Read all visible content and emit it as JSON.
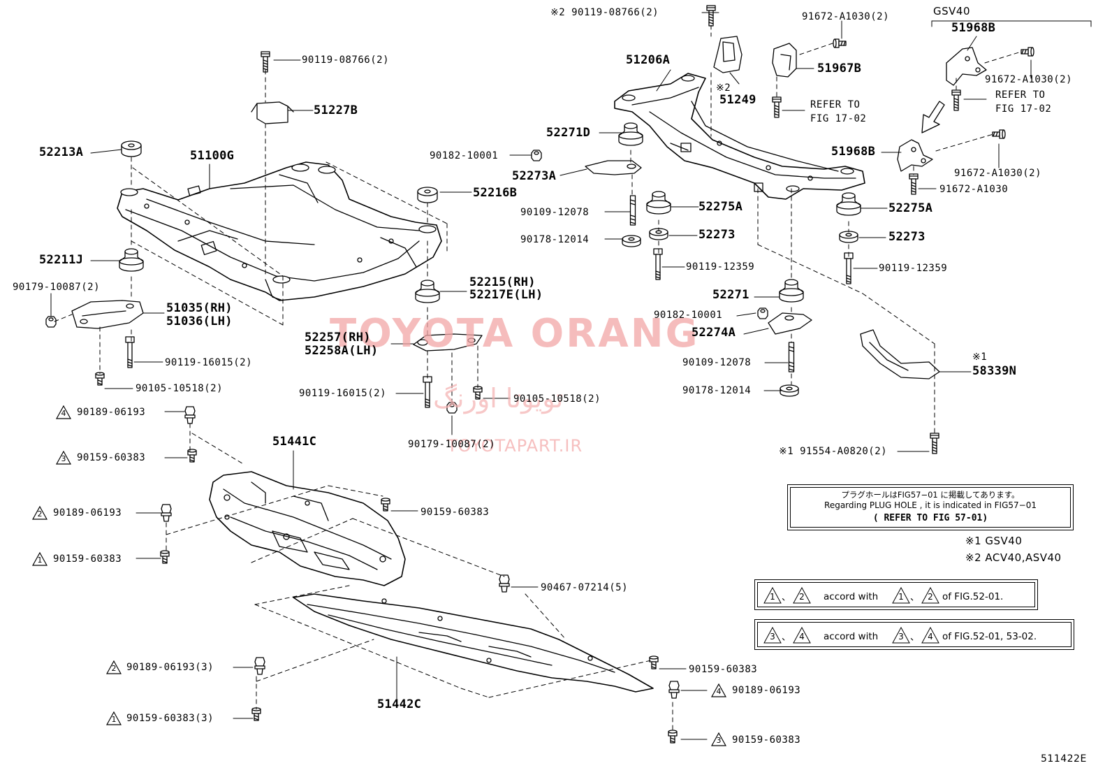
{
  "watermark": {
    "main": "TOYOTA ORANG",
    "persian": "تویوتا اورنگ",
    "site": "TOYOTAPART.IR"
  },
  "figure_code": "511422E",
  "variant_header": "GSV40",
  "labels": {
    "p90119_08766_top": "※2 90119-08766(2)",
    "p91672_A1030_top": "91672-A1030(2)",
    "p51968B_top": "51968B",
    "p90119_08766": "90119-08766(2)",
    "p51206A": "51206A",
    "p51967B": "51967B",
    "p91672_A1030_right": "91672-A1030(2)",
    "refer_1702_a_1": "REFER TO",
    "refer_1702_a_2": "FIG 17-02",
    "refer_1702_b_1": "REFER TO",
    "refer_1702_b_2": "FIG 17-02",
    "p51227B": "51227B",
    "mark_x2": "※2",
    "p51249": "51249",
    "p52271D": "52271D",
    "p52213A": "52213A",
    "p51100G": "51100G",
    "p90182_10001_a": "90182-10001",
    "p52273A": "52273A",
    "p51968B_mid": "51968B",
    "p91672_A1030_mid": "91672-A1030(2)",
    "p91672_A1030_low": "91672-A1030",
    "p52216B": "52216B",
    "p90109_12078_a": "90109-12078",
    "p52275A_a": "52275A",
    "p52275A_b": "52275A",
    "p90178_12014_a": "90178-12014",
    "p52273_a": "52273",
    "p52273_b": "52273",
    "p52211J": "52211J",
    "p90119_12359_a": "90119-12359",
    "p90119_12359_b": "90119-12359",
    "p90179_10087_a": "90179-10087(2)",
    "p52215": "52215(RH)",
    "p52217E": "52217E(LH)",
    "p51035": "51035(RH)",
    "p51036": "51036(LH)",
    "p52271": "52271",
    "p90182_10001_b": "90182-10001",
    "p52274A": "52274A",
    "p52257": "52257(RH)",
    "p52258A": "52258A(LH)",
    "p90119_16015_a": "90119-16015(2)",
    "p90109_12078_b": "90109-12078",
    "mark_x1": "※1",
    "p58339N": "58339N",
    "p90105_10518_a": "90105-10518(2)",
    "p90119_16015_b": "90119-16015(2)",
    "p90178_12014_b": "90178-12014",
    "p90105_10518_b": "90105-10518(2)",
    "p90189_06193_a": "90189-06193",
    "p90179_10087_b": "90179-10087(2)",
    "p51441C": "51441C",
    "p90159_60383_a": "90159-60383",
    "p91554_A0820": "※1 91554-A0820(2)",
    "p90159_60383_b": "90159-60383",
    "p90189_06193_b": "90189-06193",
    "p90159_60383_c": "90159-60383",
    "p90467_07214": "90467-07214(5)",
    "p90189_06193_c": "90189-06193(3)",
    "p90159_60383_d": "90159-60383",
    "p90189_06193_d": "90189-06193",
    "p51442C": "51442C",
    "p90159_60383_e": "90159-60383(3)",
    "p90159_60383_f": "90159-60383"
  },
  "triangles": {
    "t4a": "4",
    "t3a": "3",
    "t2a": "2",
    "t1a": "1",
    "t2b": "2",
    "t1b": "1",
    "t4b": "4",
    "t3b": "3"
  },
  "note_box": {
    "line1": "プラグホールはFIG57−01 に掲載してあります。",
    "line2": "Regarding PLUG HOLE , it is indicated in FIG57−01",
    "line3": "( REFER TO FIG 57-01)"
  },
  "legend": {
    "x1": "※1 GSV40",
    "x2": "※2 ACV40,ASV40"
  },
  "accord": {
    "row1": {
      "a": "1",
      "b": "2",
      "text": "accord with",
      "c": "1",
      "d": "2",
      "tail": "of FIG.52-01."
    },
    "row2": {
      "a": "3",
      "b": "4",
      "text": "accord with",
      "c": "3",
      "d": "4",
      "tail": "of FIG.52-01, 53-02."
    }
  }
}
